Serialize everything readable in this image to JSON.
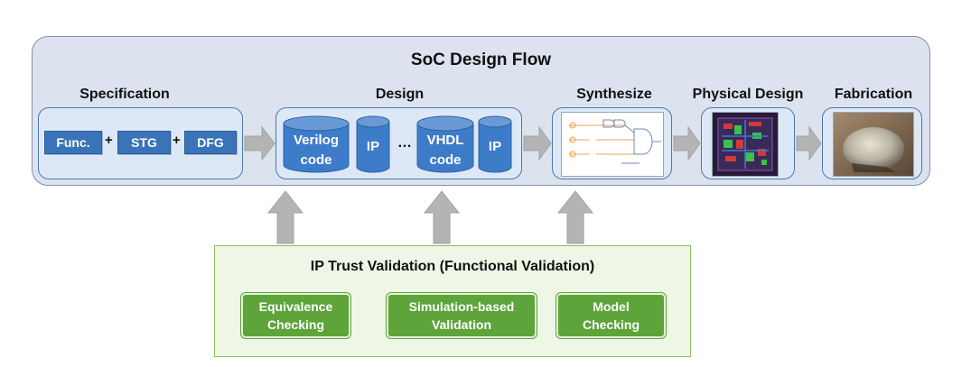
{
  "title": "SoC Design Flow",
  "stages": {
    "specification": "Specification",
    "design": "Design",
    "synthesize": "Synthesize",
    "physical": "Physical Design",
    "fabrication": "Fabrication"
  },
  "specification_items": [
    "Func.",
    "STG",
    "DFG"
  ],
  "plus": "+",
  "design_items": {
    "verilog": [
      "Verilog",
      "code"
    ],
    "ip": "IP",
    "ellipsis": "…",
    "vhdl": [
      "VHDL",
      "code"
    ]
  },
  "validation": {
    "title": "IP Trust Validation (Functional Validation)",
    "methods": [
      [
        "Equivalence",
        "Checking"
      ],
      [
        "Simulation-based",
        "Validation"
      ],
      [
        "Model",
        "Checking"
      ]
    ]
  },
  "colors": {
    "flow_bg": "#dce3ef",
    "stage_border": "#4c78b0",
    "chip_blue": "#3a74b8",
    "cylinder_blue": "#3d7cc9",
    "arrow_gray": "#b4b4b4",
    "validation_bg": "#eef6e6",
    "validation_green": "#5ea43a"
  }
}
